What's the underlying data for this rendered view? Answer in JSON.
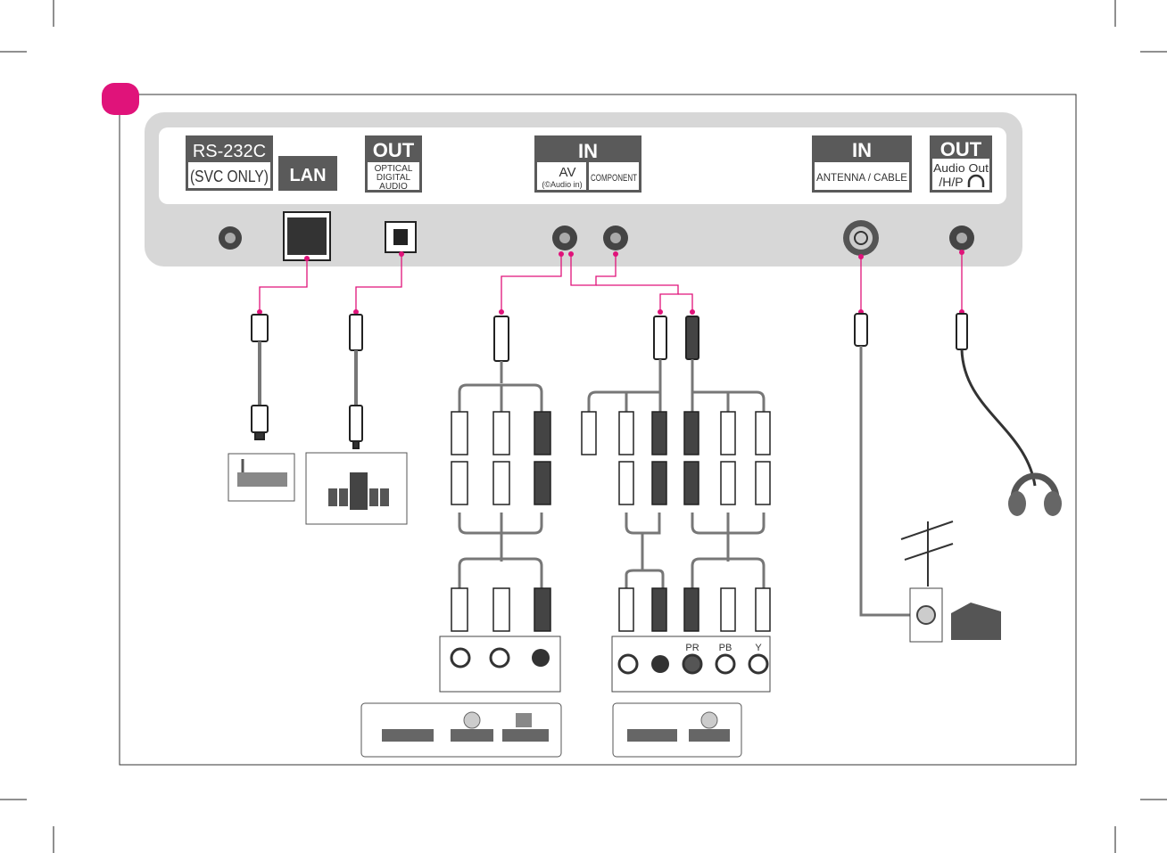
{
  "colors": {
    "accent": "#e0137a",
    "panel": "#d6d6d6",
    "label_bg": "#5a5a5a",
    "cable": "#8a8a8a"
  },
  "labels": {
    "rs232_title": "RS-232C",
    "rs232_sub": "(SVC ONLY)",
    "lan": "LAN",
    "optical_out": "OUT",
    "optical_l1": "OPTICAL",
    "optical_l2": "DIGITAL",
    "optical_l3": "AUDIO",
    "av_in": "IN",
    "av_label": "AV",
    "av_audio_in": "(©Audio in)",
    "component_label": "COMPONENT",
    "antenna_in": "IN",
    "antenna_label": "ANTENNA / CABLE",
    "audio_out": "OUT",
    "audio_out_l1": "Audio Out",
    "audio_out_l2": "/H/P",
    "pr": "PR",
    "pb": "PB",
    "y": "Y"
  },
  "icons": [
    "headphone-icon",
    "router-icon",
    "speaker-system-icon",
    "antenna-icon",
    "house-icon",
    "dvd-player-icon",
    "vcr-icon",
    "camcorder-icon"
  ]
}
